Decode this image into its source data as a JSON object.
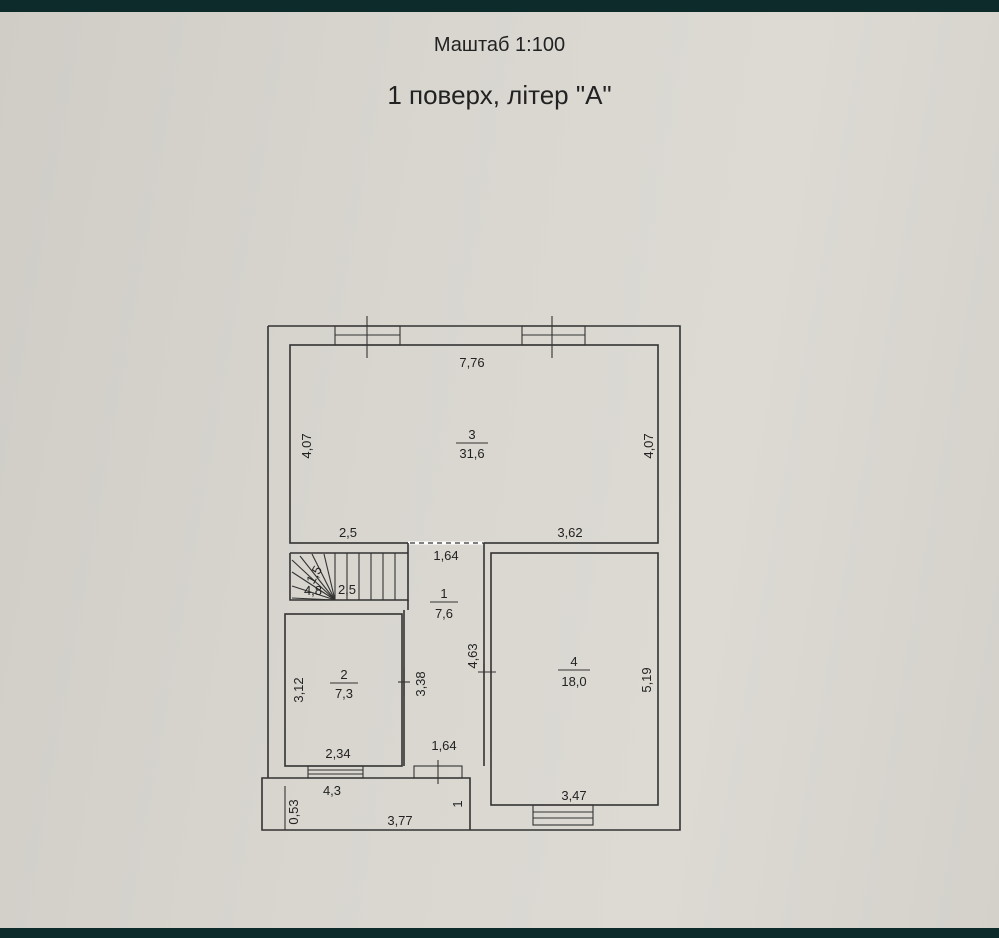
{
  "header": {
    "scale": "Маштаб 1:100",
    "floor_title": "1 поверх, літер \"А\""
  },
  "rooms": [
    {
      "number": "3",
      "area": "31,6"
    },
    {
      "number": "1",
      "area": "7,6"
    },
    {
      "number": "2",
      "area": "7,3"
    },
    {
      "number": "4",
      "area": "18,0"
    }
  ],
  "dimensions": {
    "room3_width": "7,76",
    "room3_left_height": "4,07",
    "room3_right_height": "4,07",
    "room3_bottom_left": "2,5",
    "room3_bottom_right": "3,62",
    "hall_top": "1,64",
    "stair_a": "2,5",
    "stair_b": "1,5",
    "stair_c": "4,8",
    "room1_height": "4,63",
    "room2_height": "3,12",
    "room2_right": "3,38",
    "room2_width": "2,34",
    "hall_bottom": "1,64",
    "room4_height": "5,19",
    "room4_width": "3,47",
    "porch_width": "4,3",
    "porch_height": "0,53",
    "porch_bottom": "3,77",
    "porch_right": "1"
  }
}
